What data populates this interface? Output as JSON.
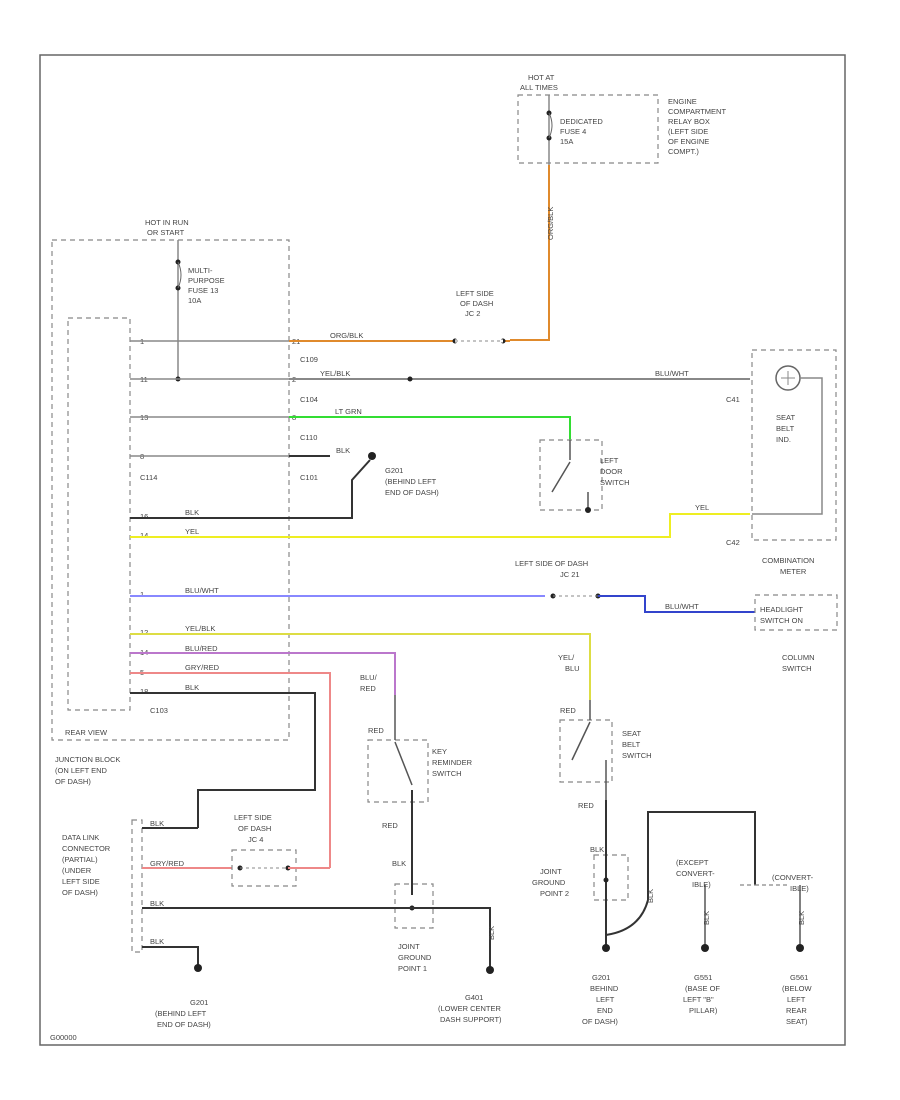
{
  "footer_code": "G00000",
  "power": {
    "hot_at_all_times": [
      "HOT AT",
      "ALL TIMES"
    ],
    "dedicated_fuse": [
      "DEDICATED",
      "FUSE 4",
      "15A"
    ],
    "relay_box": [
      "ENGINE",
      "COMPARTMENT",
      "RELAY BOX",
      "(LEFT SIDE",
      "OF ENGINE",
      "COMPT.)"
    ],
    "hot_in_run": [
      "HOT IN RUN",
      "OR START"
    ],
    "multi_fuse": [
      "MULTI-",
      "PURPOSE",
      "FUSE 13",
      "10A"
    ]
  },
  "junction_block": {
    "label": [
      "JUNCTION BLOCK",
      "(ON LEFT END",
      "OF DASH)"
    ],
    "view": "REAR VIEW",
    "connectors": [
      "C109",
      "C104",
      "C110",
      "C101",
      "C114",
      "C103"
    ],
    "pins": [
      "1",
      "11",
      "13",
      "8",
      "16",
      "14",
      "1",
      "12",
      "14",
      "5",
      "18",
      "21",
      "2",
      "8"
    ]
  },
  "wires": {
    "org_blk": "ORG/BLK",
    "yel_blk_1": "YEL/BLK",
    "blu_wht_1": "BLU/WHT",
    "lt_grn": "LT GRN",
    "blk_1": "BLK",
    "blk_2": "BLK",
    "yel_1": "YEL",
    "yel_2": "YEL",
    "blu_wht_2": "BLU/WHT",
    "blu_wht_3": "BLU/WHT",
    "yel_blk_2": "YEL/BLK",
    "blu_red": "BLU/RED",
    "gry_red_1": "GRY/RED",
    "blk_3": "BLK",
    "blu_red_v": [
      "BLU/",
      "RED"
    ],
    "red_1": "RED",
    "red_2": "RED",
    "blk_4": "BLK",
    "yel_blu": [
      "YEL/",
      "BLU"
    ],
    "red_3": "RED",
    "red_4": "RED",
    "blk_5": "BLK",
    "blk_6": "BLK",
    "blk_7": "BLK",
    "blk_8": "BLK",
    "blk_9": "BLK",
    "gry_red_2": "GRY/RED",
    "blk_10": "BLK",
    "blk_11": "BLK",
    "blk_12": "BLK"
  },
  "components": {
    "jc2": [
      "LEFT SIDE",
      "OF DASH",
      "JC 2"
    ],
    "left_door_switch": [
      "LEFT",
      "DOOR",
      "SWITCH"
    ],
    "seat_belt_ind": [
      "SEAT",
      "BELT",
      "IND."
    ],
    "combination_meter": [
      "COMBINATION",
      "METER"
    ],
    "connectors_meter": [
      "C41",
      "C42"
    ],
    "jc21": [
      "LEFT SIDE OF DASH",
      "JC 21"
    ],
    "headlight_switch": [
      "HEADLIGHT",
      "SWITCH ON"
    ],
    "column_switch": [
      "COLUMN",
      "SWITCH"
    ],
    "key_reminder_switch": [
      "KEY",
      "REMINDER",
      "SWITCH"
    ],
    "seat_belt_switch": [
      "SEAT",
      "BELT",
      "SWITCH"
    ],
    "data_link_connector": [
      "DATA LINK",
      "CONNECTOR",
      "(PARTIAL)",
      "(UNDER",
      "LEFT SIDE",
      "OF DASH)"
    ],
    "jc4": [
      "LEFT SIDE",
      "OF DASH",
      "JC 4"
    ],
    "joint_ground_1": [
      "JOINT",
      "GROUND",
      "POINT 1"
    ],
    "joint_ground_2": [
      "JOINT",
      "GROUND",
      "POINT 2"
    ],
    "except_convert": [
      "(EXCEPT",
      "CONVERT-",
      "IBLE)"
    ],
    "convert": [
      "(CONVERT-",
      "IBLE)"
    ]
  },
  "grounds": {
    "g201_top": [
      "G201",
      "(BEHIND LEFT",
      "END OF DASH)"
    ],
    "g201_bottom": [
      "G201",
      "(BEHIND LEFT",
      "END OF DASH)"
    ],
    "g401": [
      "G401",
      "(LOWER CENTER",
      "DASH SUPPORT)"
    ],
    "g201_right": [
      "G201",
      "BEHIND",
      "LEFT",
      "END",
      "OF DASH)"
    ],
    "g551": [
      "G551",
      "(BASE OF",
      "LEFT \"B\"",
      "PILLAR)"
    ],
    "g561": [
      "G561",
      "(BELOW",
      "LEFT",
      "REAR",
      "SEAT)"
    ]
  }
}
